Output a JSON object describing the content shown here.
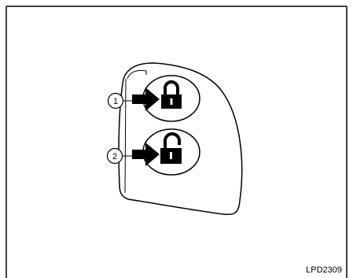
{
  "figure": {
    "code": "LPD2309"
  },
  "callouts": [
    {
      "number": "1",
      "button": "lock-button"
    },
    {
      "number": "2",
      "button": "unlock-button"
    }
  ],
  "colors": {
    "line": "#000000",
    "background": "#ffffff",
    "icon_fill": "#000000"
  },
  "icons": [
    "padlock-closed-icon",
    "padlock-open-icon",
    "arrow-right-icon"
  ]
}
